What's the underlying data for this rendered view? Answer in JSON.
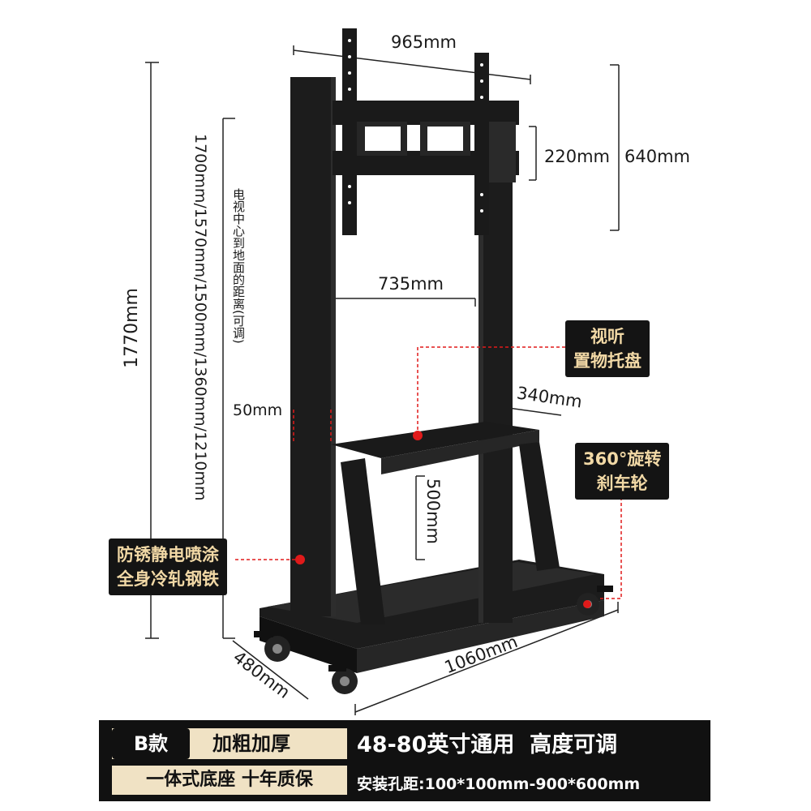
{
  "dimensions": {
    "top_width": "965mm",
    "mount_height": "220mm",
    "mount_total_height": "640mm",
    "total_height": "1770mm",
    "center_heights": "1700mm/1570mm/1500mm/1360mm/1210mm",
    "center_height_caption": "电视中心到地面的距离(可调)",
    "column_gap": "735mm",
    "post_width": "50mm",
    "tray_depth": "340mm",
    "tray_height": "500mm",
    "base_width": "1060mm",
    "base_depth": "480mm"
  },
  "callouts": {
    "tray": [
      "视听",
      "置物托盘"
    ],
    "wheels": [
      "360°旋转",
      "刹车轮"
    ],
    "material": [
      "防锈静电喷涂",
      "全身冷轧钢铁"
    ]
  },
  "bottom_bar": {
    "badge": "B款",
    "feature1": "加粗加厚",
    "feature2": "一体式底座 十年质保",
    "headline": "48-80英寸通用  高度可调",
    "spec": "安装孔距:100*100mm-900*600mm"
  },
  "colors": {
    "steel": "#1c1c1c",
    "gold": "#f0e2c4",
    "callout_bg": "#141414",
    "callout_text": "#f2d9a6",
    "marker": "#e01a1a"
  }
}
